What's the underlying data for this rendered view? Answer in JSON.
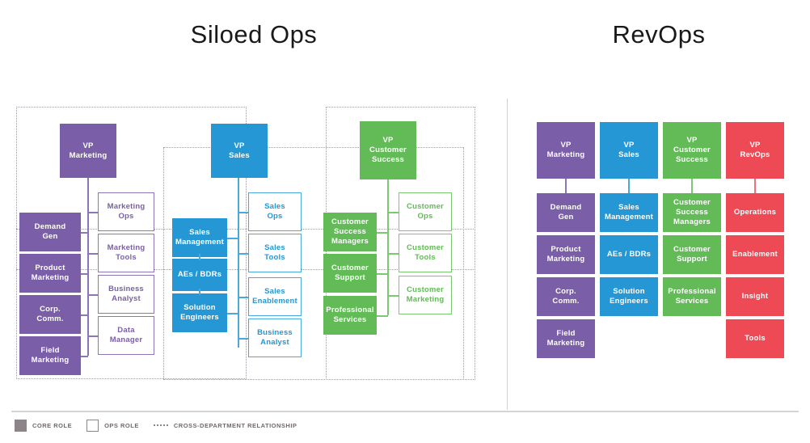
{
  "titles": {
    "siloed": "Siloed Ops",
    "revops": "RevOps"
  },
  "legend": {
    "core": "CORE ROLE",
    "ops": "OPS ROLE",
    "relationship": "CROSS-DEPARTMENT RELATIONSHIP"
  },
  "colors": {
    "purple": "#7a5fa8",
    "blue": "#2497d4",
    "green": "#62bb57",
    "red": "#ee4a56",
    "dotted": "#9d9aa2",
    "legend_text": "#6f686d"
  },
  "siloed": {
    "marketing": {
      "vp": "VP\nMarketing",
      "core": [
        "Demand\nGen",
        "Product\nMarketing",
        "Corp.\nComm.",
        "Field\nMarketing"
      ],
      "ops": [
        "Marketing\nOps",
        "Marketing\nTools",
        "Business\nAnalyst",
        "Data\nManager"
      ]
    },
    "sales": {
      "vp": "VP\nSales",
      "core": [
        "Sales\nManagement",
        "AEs / BDRs",
        "Solution\nEngineers"
      ],
      "ops": [
        "Sales\nOps",
        "Sales\nTools",
        "Sales\nEnablement",
        "Business\nAnalyst"
      ]
    },
    "customer_success": {
      "vp": "VP\nCustomer\nSuccess",
      "core": [
        "Customer\nSuccess\nManagers",
        "Customer\nSupport",
        "Professional\nServices"
      ],
      "ops": [
        "Customer\nOps",
        "Customer\nTools",
        "Customer\nMarketing"
      ]
    }
  },
  "revops": {
    "columns": [
      {
        "vp": "VP\nMarketing",
        "roles": [
          "Demand\nGen",
          "Product\nMarketing",
          "Corp.\nComm.",
          "Field\nMarketing"
        ]
      },
      {
        "vp": "VP\nSales",
        "roles": [
          "Sales\nManagement",
          "AEs / BDRs",
          "Solution\nEngineers"
        ]
      },
      {
        "vp": "VP\nCustomer\nSuccess",
        "roles": [
          "Customer\nSuccess\nManagers",
          "Customer\nSupport",
          "Professional\nServices"
        ]
      },
      {
        "vp": "VP\nRevOps",
        "roles": [
          "Operations",
          "Enablement",
          "Insight",
          "Tools"
        ]
      }
    ]
  }
}
